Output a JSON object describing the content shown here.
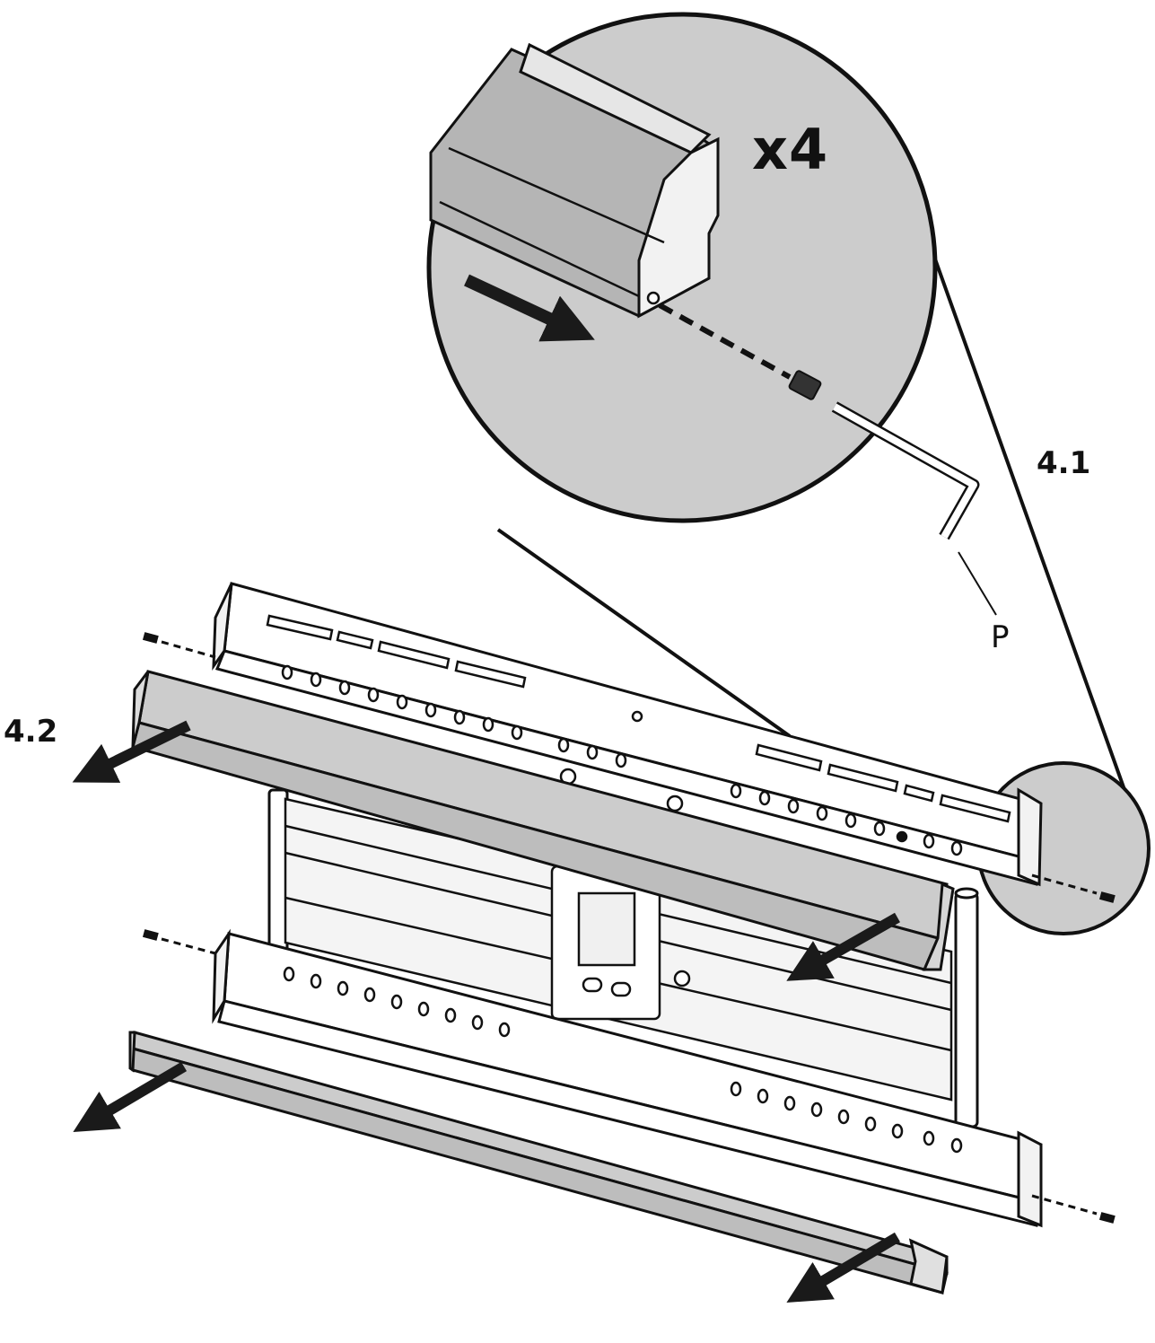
{
  "labels": {
    "quantity": "x4",
    "step_4_1": "4.1",
    "step_4_2": "4.2",
    "part_p": "P"
  },
  "colors": {
    "line": "#111111",
    "gray_fill": "#cccccc",
    "cover_fill": "#c6c6c6",
    "metal_fill": "#ffffff",
    "arrow": "#1a1a1a"
  },
  "icons": {
    "screw": "screw-icon",
    "hex_key": "hex-key-icon",
    "arrow": "direction-arrow-icon"
  }
}
